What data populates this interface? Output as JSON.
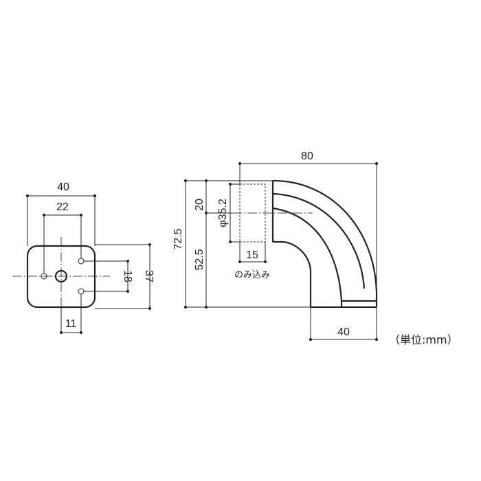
{
  "front_view": {
    "width_label": "40",
    "hole_pitch_label": "22",
    "vertical_pitch_label": "18",
    "height_label": "37",
    "offset_label": "11"
  },
  "side_view": {
    "length_label": "80",
    "total_height_label": "72.5",
    "lower_height_label": "52.5",
    "insert_height_label": "20",
    "diameter_label": "φ35.2",
    "insert_depth_label": "15",
    "insert_note": "のみ込み",
    "foot_length_label": "40"
  },
  "unit_label": "（単位:mm）"
}
